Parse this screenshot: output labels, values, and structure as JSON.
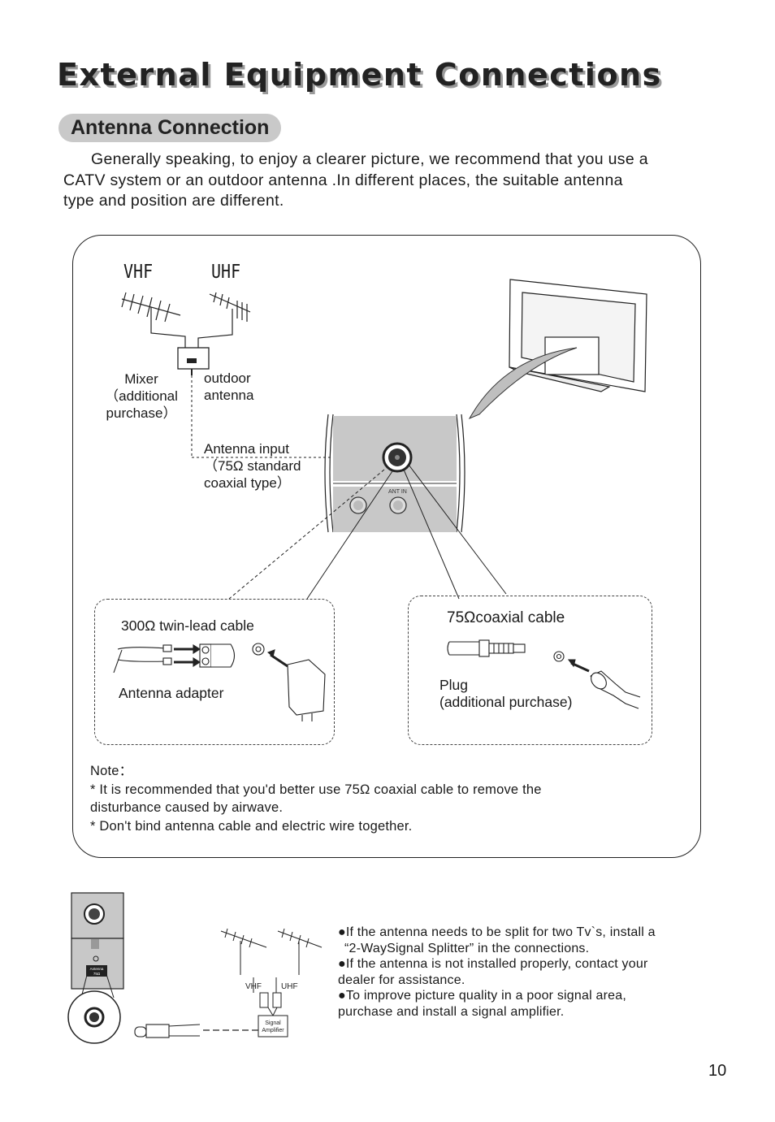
{
  "page": {
    "title": "External Equipment Connections",
    "section_title": "Antenna Connection",
    "intro_lines": [
      "Generally speaking, to enjoy a clearer picture, we recommend that you use a",
      "CATV system or an outdoor antenna .In different places, the suitable antenna",
      "type and position are different."
    ],
    "page_number": "10"
  },
  "diagram": {
    "vhf_label": "VHF",
    "uhf_label": "UHF",
    "mixer_lines": [
      "Mixer",
      "（additional",
      "purchase）"
    ],
    "outdoor_antenna_lines": [
      "outdoor",
      "antenna"
    ],
    "antenna_input_lines": [
      "Antenna input",
      "（75Ω standard",
      "coaxial type）"
    ],
    "ant_in_label": "ANT IN",
    "twin_lead_label": "300Ω twin-lead cable",
    "antenna_adapter_label": "Antenna adapter",
    "coaxial_label": "75Ωcoaxial cable",
    "plug_lines": [
      "Plug",
      "(additional purchase)"
    ]
  },
  "notes": {
    "heading": "Note：",
    "lines": [
      "* It is recommended that you'd better use 75Ω coaxial cable to remove  the",
      "disturbance caused by airwave.",
      "* Don't bind antenna cable and electric wire together."
    ]
  },
  "bottom": {
    "vhf_label": "VHF",
    "uhf_label": "UHF",
    "amp_label_lines": [
      "Signal",
      "Amplifier"
    ],
    "panel_label_lines": [
      "Antenna",
      "75Ω"
    ],
    "bullets": [
      {
        "lines": [
          "If the antenna needs to be split for two Tv`s, install a",
          "“2-WaySignal Splitter”  in the connections."
        ]
      },
      {
        "lines": [
          "If the antenna is not installed properly, contact your",
          "dealer for assistance."
        ]
      },
      {
        "lines": [
          "To improve picture quality in a poor signal area,",
          "purchase and install a signal amplifier."
        ]
      }
    ]
  }
}
